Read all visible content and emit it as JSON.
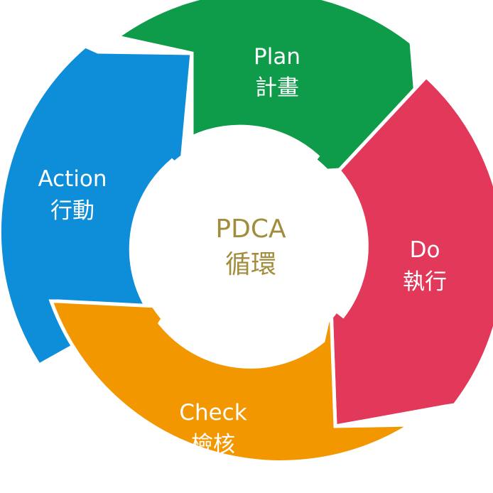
{
  "center": {
    "title": "PDCA",
    "subtitle": "循環",
    "color": "#A28D3C"
  },
  "stages": [
    {
      "id": "plan",
      "label": "Plan",
      "sublabel": "計畫",
      "color": "#0E9C4A"
    },
    {
      "id": "do",
      "label": "Do",
      "sublabel": "執行",
      "color": "#E2385A"
    },
    {
      "id": "check",
      "label": "Check",
      "sublabel": "檢核",
      "color": "#F39700"
    },
    {
      "id": "action",
      "label": "Action",
      "sublabel": "行動",
      "color": "#0E8DD9"
    }
  ]
}
